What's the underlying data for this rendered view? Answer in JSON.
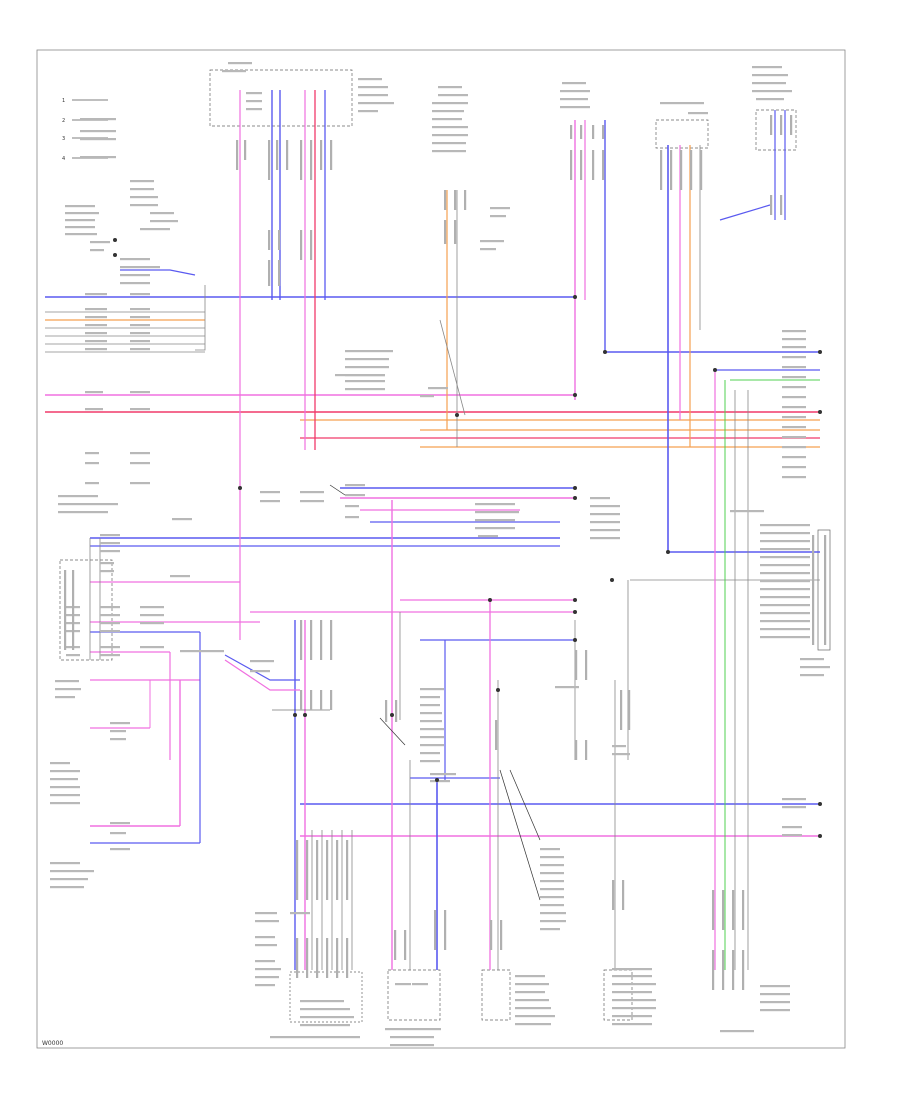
{
  "diagram": {
    "corner_code": "W0000",
    "legend_marks": [
      "1",
      "2",
      "3",
      "4"
    ],
    "wire_colors": {
      "blue": "#5a5af0",
      "pink": "#f070e0",
      "red": "#f03a6a",
      "orange": "#f5a050",
      "green": "#50d050",
      "gray": "#888888",
      "black": "#333333"
    }
  }
}
